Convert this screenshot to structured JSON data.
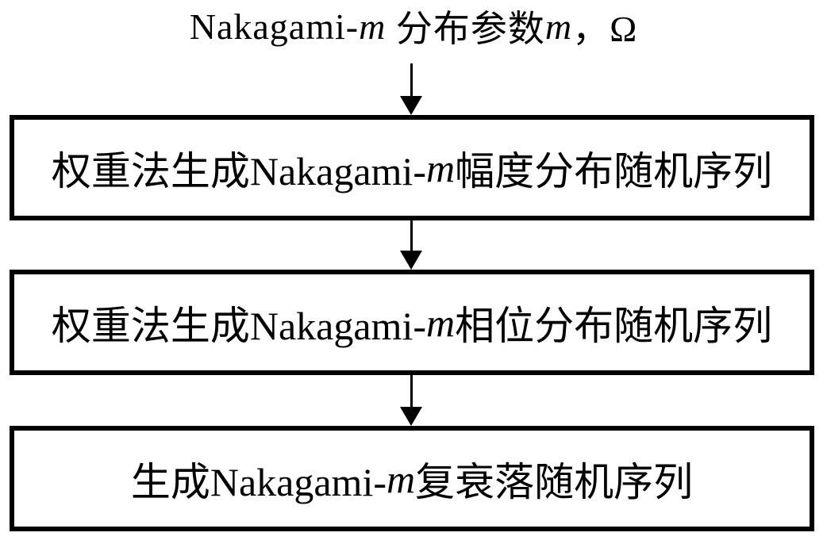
{
  "colors": {
    "ink": "#000000",
    "background": "#ffffff"
  },
  "icons": {
    "arrow_down_icon": "▼"
  },
  "title": {
    "latin": "Nakagami-",
    "m1": "m",
    "middle": " 分布参数",
    "m2": "m",
    "tail": "，Ω"
  },
  "boxes": [
    {
      "prefix": "权重法生成Nakagami-",
      "m": "m",
      "suffix": "幅度分布随机序列"
    },
    {
      "prefix": "权重法生成Nakagami-",
      "m": "m",
      "suffix": "相位分布随机序列"
    },
    {
      "prefix": "生成Nakagami-",
      "m": "m",
      "suffix": "复衰落随机序列"
    }
  ]
}
